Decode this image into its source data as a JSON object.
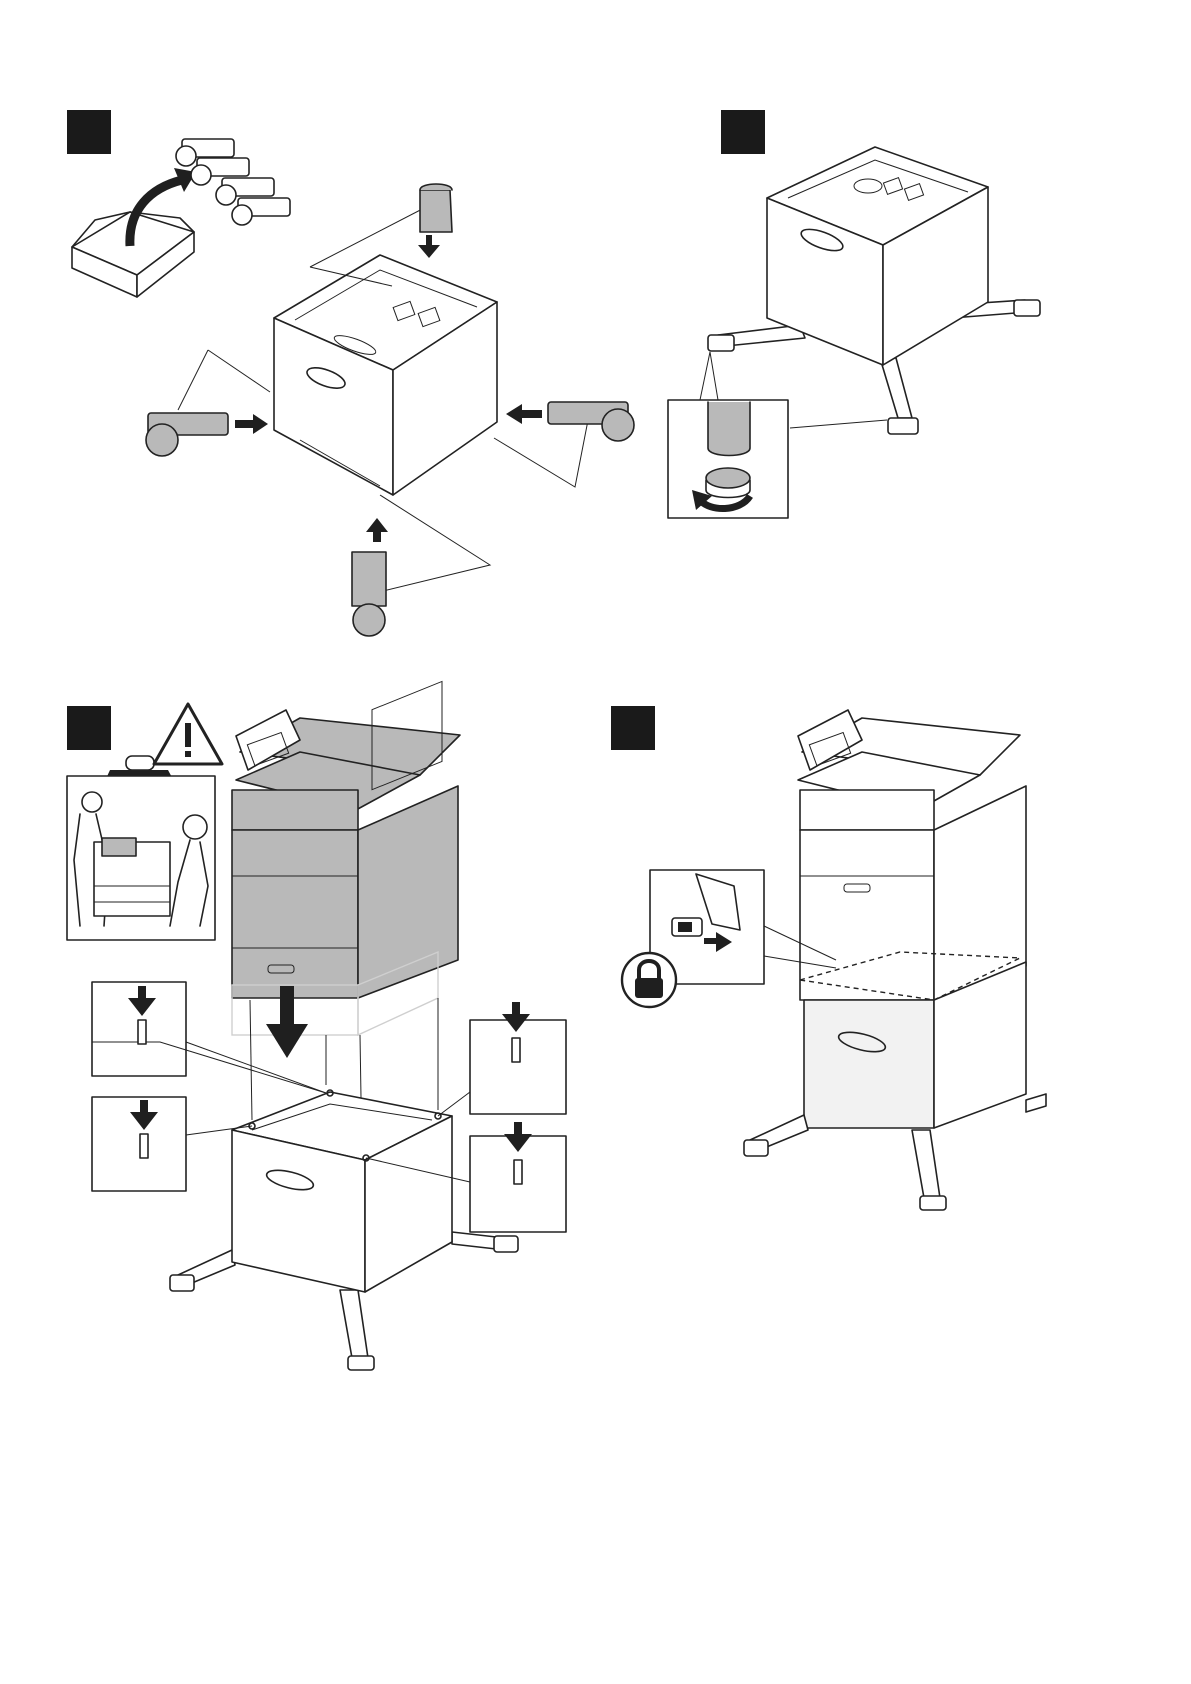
{
  "steps": [
    {
      "id": "step-1",
      "badge_color": "#1a1a1a",
      "subject": "unpack-and-attach-caster-brackets"
    },
    {
      "id": "step-2",
      "badge_color": "#1a1a1a",
      "subject": "adjust-leveling-feet"
    },
    {
      "id": "step-3",
      "badge_color": "#1a1a1a",
      "subject": "lift-printer-onto-stand"
    },
    {
      "id": "step-4",
      "badge_color": "#1a1a1a",
      "subject": "lock-printer-to-stand"
    }
  ],
  "icons": [
    "box-icon",
    "curved-arrow-icon",
    "bracket-icon",
    "push-arrow-icon",
    "weight-icon",
    "warning-icon",
    "lift-people-icon",
    "locating-pin-icon",
    "rotate-arrow-icon",
    "lock-icon",
    "lever-icon"
  ],
  "colors": {
    "badge": "#1a1a1a",
    "highlight_gray": "#b9b9b9",
    "ghost_gray": "#cfcfcf",
    "line": "#222222"
  }
}
